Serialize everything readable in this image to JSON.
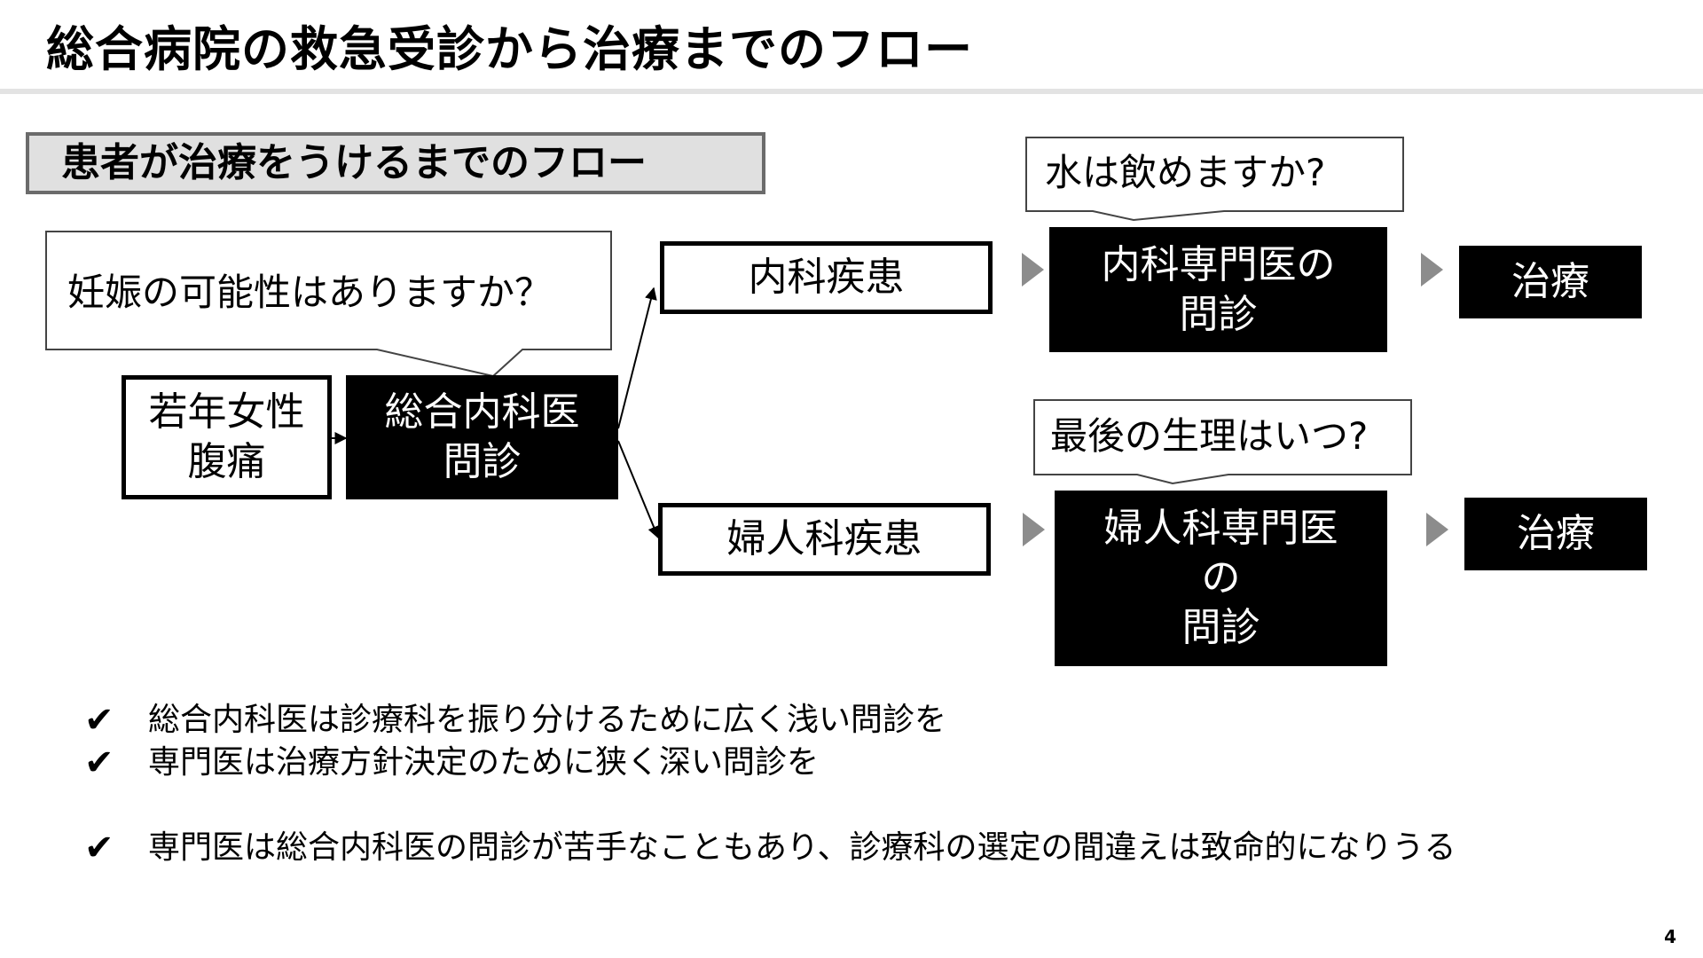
{
  "page": {
    "title": "総合病院の救急受診から治療までのフロー",
    "section_header": "患者が治療をうけるまでのフロー",
    "page_number": "4"
  },
  "flow": {
    "patient": "若年女性\n腹痛",
    "general": "総合内科医\n問診",
    "internal_disease": "内科疾患",
    "gyn_disease": "婦人科疾患",
    "internal_specialist": "内科専門医の\n問診",
    "gyn_specialist": "婦人科専門医\nの\n問診",
    "treatment_top": "治療",
    "treatment_bottom": "治療"
  },
  "callouts": {
    "pregnancy": "妊娠の可能性はありますか？",
    "water": "水は飲めますか?",
    "period": "最後の生理はいつ?"
  },
  "bullets": {
    "check_symbol": "✔",
    "items": [
      "総合内科医は診療科を振り分けるために広く浅い問診を",
      "専門医は治療方針決定のために狭く深い問診を",
      "専門医は総合内科医の問診が苦手なこともあり、診療科の選定の間違えは致命的になりうる"
    ]
  }
}
